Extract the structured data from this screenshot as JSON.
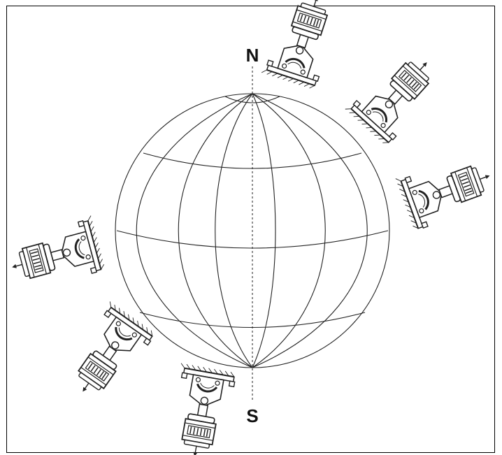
{
  "labels": {
    "north": "N",
    "south": "S"
  },
  "colors": {
    "line": "#222222",
    "background": "#ffffff",
    "frame": "#000000"
  },
  "instruments": [
    {
      "id": "north-top"
    },
    {
      "id": "north-upper-right"
    },
    {
      "id": "right-side"
    },
    {
      "id": "left-side"
    },
    {
      "id": "lower-left"
    },
    {
      "id": "south-bottom"
    }
  ]
}
